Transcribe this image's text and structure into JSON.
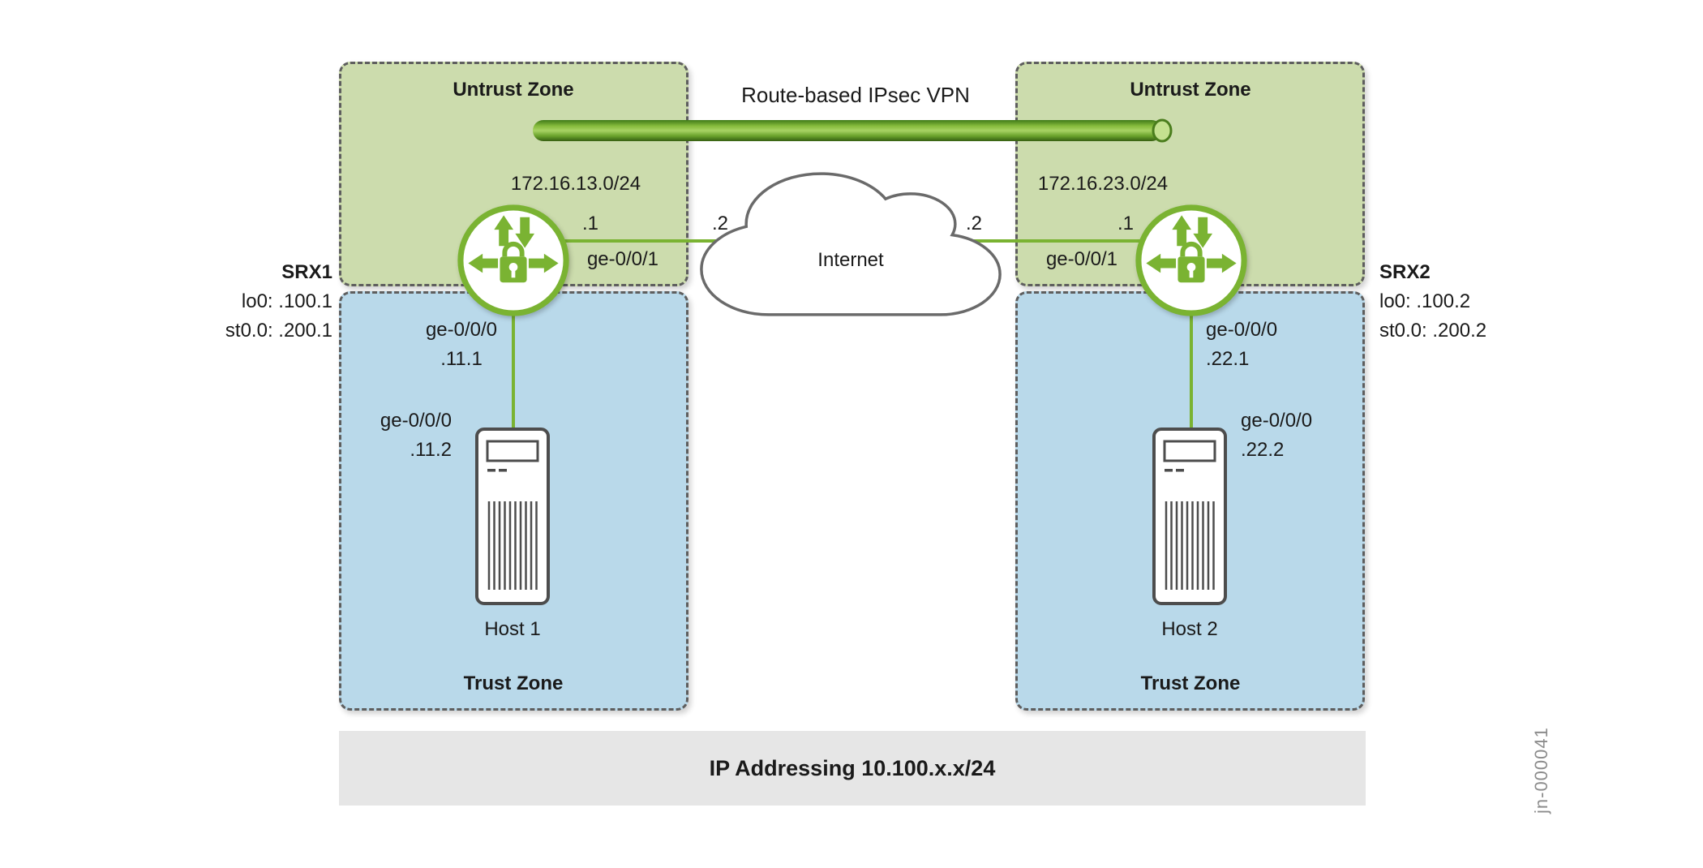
{
  "colors": {
    "juniper_green": "#7ab332",
    "untrust_zone_fill": "#ccdcad",
    "trust_zone_fill": "#b9d9ea",
    "footer_bar_fill": "#e6e6e6"
  },
  "diagram": {
    "title": "Route-based IPsec VPN",
    "internet_label": "Internet",
    "footer": "IP Addressing 10.100.x.x/24",
    "figure_id": "jn-000041"
  },
  "zones": {
    "untrust_left": "Untrust Zone",
    "untrust_right": "Untrust Zone",
    "trust_left": "Trust Zone",
    "trust_right": "Trust Zone"
  },
  "left": {
    "subnet": "172.16.13.0/24",
    "srx_name": "SRX1",
    "lo0": "lo0: .100.1",
    "st0": "st0.0: .200.1",
    "wan_ip": ".1",
    "wan_iface": "ge-0/0/1",
    "internet_ip": ".2",
    "lan_iface": "ge-0/0/0",
    "lan_ip": ".11.1",
    "host_iface": "ge-0/0/0",
    "host_ip": ".11.2",
    "host_name": "Host 1"
  },
  "right": {
    "subnet": "172.16.23.0/24",
    "srx_name": "SRX2",
    "lo0": "lo0: .100.2",
    "st0": "st0.0: .200.2",
    "wan_ip": ".1",
    "wan_iface": "ge-0/0/1",
    "internet_ip": ".2",
    "lan_iface": "ge-0/0/0",
    "lan_ip": ".22.1",
    "host_iface": "ge-0/0/0",
    "host_ip": ".22.2",
    "host_name": "Host 2"
  }
}
